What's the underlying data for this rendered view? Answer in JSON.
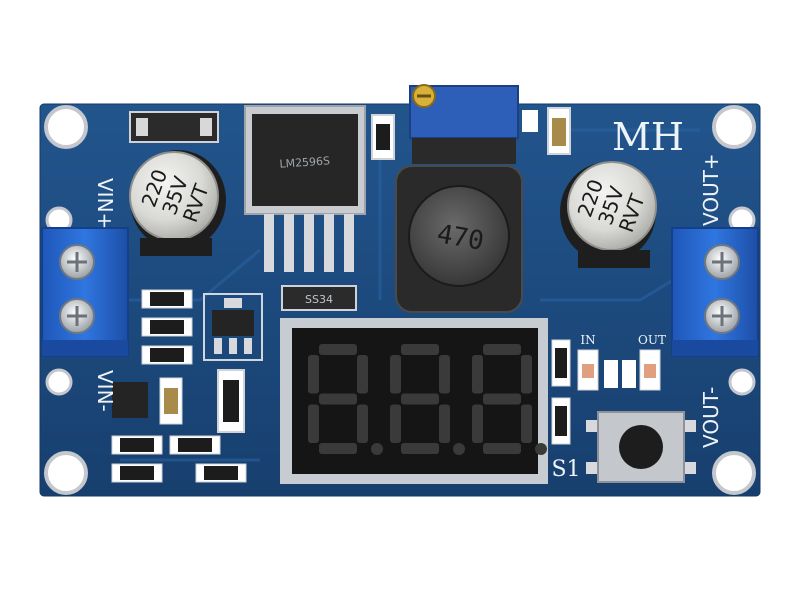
{
  "board": {
    "maker_mark": "MH",
    "label_vin_plus": "VIN+",
    "label_vin_minus": "VIN-",
    "label_vout_plus": "VOUT+",
    "label_vout_minus": "VOUT-",
    "label_in": "IN",
    "label_out": "OUT",
    "label_switch": "S1",
    "inductor_value": "470",
    "diode_label": "SS34",
    "regulator_text": "LM2596S",
    "capacitor_left": {
      "line1": "220",
      "line2": "35V",
      "line3": "RVT"
    },
    "capacitor_right": {
      "line1": "220",
      "line2": "35V",
      "line3": "RVT"
    },
    "display_digits": [
      "8.",
      "8.",
      "8."
    ]
  },
  "colors": {
    "pcb": "#1d4f86",
    "terminal_block": "#2a6bd1",
    "display_segment": "#3a3a3a",
    "silkscreen": "#e8eef5"
  }
}
